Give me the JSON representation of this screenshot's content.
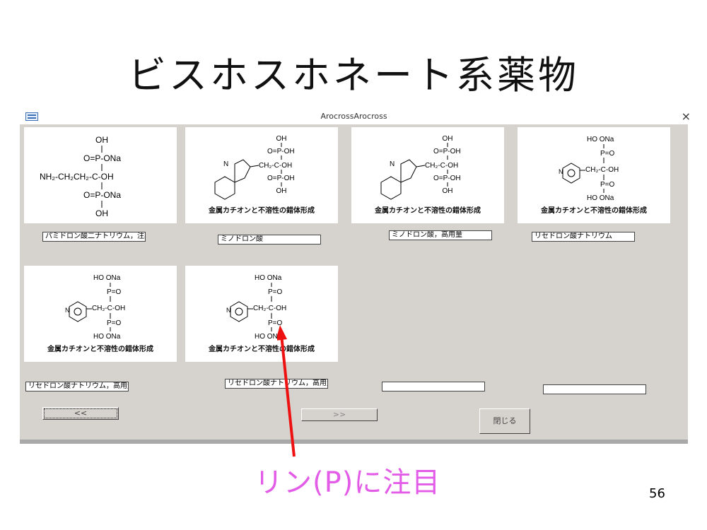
{
  "slide": {
    "title": "ビスホスホネート系薬物",
    "annotation": "リン(P)に注目",
    "page_number": "56"
  },
  "window": {
    "title": "ArocrossArocross"
  },
  "cards": [
    {
      "caption": ""
    },
    {
      "caption": "金属カチオンと不溶性の錯体形成"
    },
    {
      "caption": "金属カチオンと不溶性の錯体形成"
    },
    {
      "caption": "金属カチオンと不溶性の錯体形成"
    },
    {
      "caption": "金属カチオンと不溶性の錯体形成"
    },
    {
      "caption": "金属カチオンと不溶性の錯体形成"
    }
  ],
  "molecules": {
    "pamidronate": {
      "oh_top": "OH",
      "p_top": "O=P-ONa",
      "chain": "NH₂-CH₂CH₂-C-OH",
      "p_bottom": "O=P-ONa",
      "oh_bottom": "OH"
    },
    "minodronic": {
      "oh_top": "OH",
      "p_top": "O=P-OH",
      "ring_n": "N",
      "chain": "CH₂-C-OH",
      "p_bottom": "O=P-OH",
      "oh_bottom": "OH"
    },
    "risedronate": {
      "top": "HO  ONa",
      "p_top": "P=O",
      "ring_n": "N",
      "chain": "CH₂-C-OH",
      "p_bottom": "P=O",
      "bottom": "HO  ONa"
    }
  },
  "fields": [
    "パミドロン酸二ナトリウム，注射",
    "ミノドロン酸",
    "ミノドロン酸，高用量",
    "リセドロン酸ナトリウム",
    "リセドロン酸ナトリウム，高用量",
    "リセドロン酸ナトリウム，高用量",
    "",
    ""
  ],
  "buttons": {
    "prev": "<<",
    "next": ">>",
    "close": "閉じる"
  },
  "colors": {
    "annotation": "#e35ce8",
    "arrow": "#ee1111",
    "window_bg": "#d6d3ce"
  }
}
